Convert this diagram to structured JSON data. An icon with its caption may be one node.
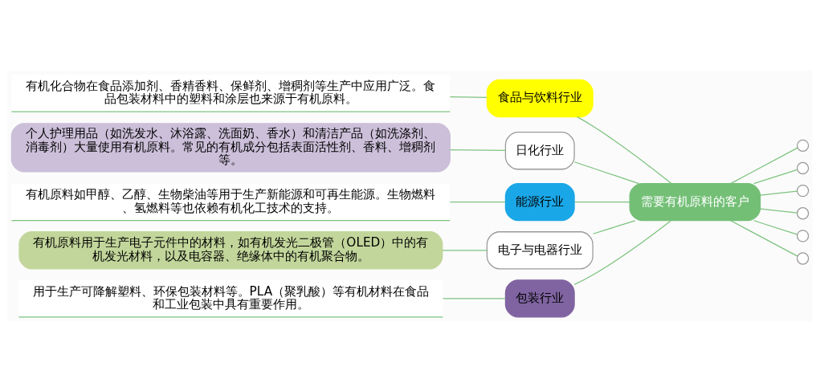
{
  "diagram": {
    "nodes": [
      {
        "text": [
          "需要有机原料的客户"
        ]
      },
      {
        "text": [
          "食品与饮料行业"
        ]
      },
      {
        "text": [
          "有机化合物在食品添加剂、香精香料、保鲜剂、增稠剂等生产中应用广泛。食品包装材料中的塑料和涂层也来源于有机原料。"
        ]
      },
      {
        "text": [
          "日化行业"
        ]
      },
      {
        "text": [
          "个人护理用品（如洗发水、沐浴露、洗面奶、香水）和清洁产品（如洗涤剂、消毒剂）大量使用有机原料。常见的有机成分包括表面活性剂、香料、增稠剂等。"
        ]
      },
      {
        "text": [
          "能源行业"
        ]
      },
      {
        "text": [
          "有机原料如甲醇、乙醇、生物柴油等用于生产新能源和可再生能源。生物燃料、氢燃料等也依赖有机化工技术的支持。"
        ]
      },
      {
        "text": [
          "电子与电器行业"
        ]
      },
      {
        "text": [
          "有机原料用于生产电子元件中的材料，如有机发光二极管（OLED）中的有机发光材料，以及电容器、绝缘体中的有机聚合物。"
        ]
      },
      {
        "text": [
          "包装行业"
        ]
      },
      {
        "text": [
          "用于生产可降解塑料、环保包装材料等。PLA（聚乳酸）等有机材料在食品和工业包装中具有重要作用。"
        ]
      },
      {
        "text": [],
        "shape": "circle"
      },
      {
        "text": [],
        "shape": "circle"
      },
      {
        "text": [],
        "shape": "circle"
      },
      {
        "text": [],
        "shape": "circle"
      },
      {
        "text": [],
        "shape": "circle"
      },
      {
        "text": [],
        "shape": "circle"
      }
    ],
    "edges": [
      {
        "from": 0,
        "to": 1,
        "arrow": "none"
      },
      {
        "from": 1,
        "to": 2,
        "arrow": "none"
      },
      {
        "from": 0,
        "to": 3,
        "arrow": "none"
      },
      {
        "from": 3,
        "to": 4,
        "arrow": "none"
      },
      {
        "from": 0,
        "to": 5,
        "arrow": "none"
      },
      {
        "from": 5,
        "to": 6,
        "arrow": "none"
      },
      {
        "from": 0,
        "to": 7,
        "arrow": "none"
      },
      {
        "from": 7,
        "to": 8,
        "arrow": "none"
      },
      {
        "from": 0,
        "to": 9,
        "arrow": "none"
      },
      {
        "from": 9,
        "to": 10,
        "arrow": "none"
      },
      {
        "from": 0,
        "to": 11,
        "arrow": "none"
      },
      {
        "from": 0,
        "to": 12,
        "arrow": "none"
      },
      {
        "from": 0,
        "to": 13,
        "arrow": "none"
      },
      {
        "from": 0,
        "to": 14,
        "arrow": "none"
      },
      {
        "from": 0,
        "to": 15,
        "arrow": "none"
      },
      {
        "from": 0,
        "to": 16,
        "arrow": "none"
      }
    ]
  }
}
